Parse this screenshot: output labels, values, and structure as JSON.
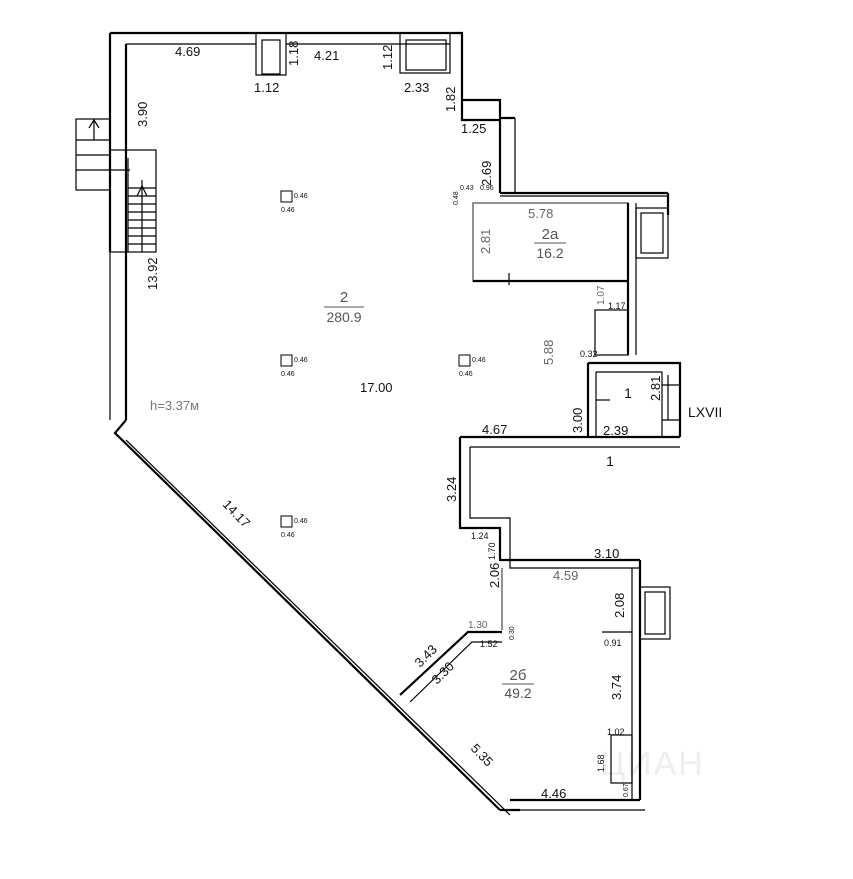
{
  "rooms": {
    "r2": {
      "number": "2",
      "area": "280.9"
    },
    "r2a": {
      "number": "2а",
      "area": "16.2"
    },
    "r2b": {
      "number": "2б",
      "area": "49.2"
    },
    "r1": {
      "number": "1"
    },
    "r1b": {
      "number": "1"
    }
  },
  "height_label": "h=3.37м",
  "section_label": "LXVII",
  "dims": {
    "d469": "4.69",
    "d421": "4.21",
    "d118": "1.18",
    "d112a": "1.12",
    "d112b": "1.12",
    "d233": "2.33",
    "d182": "1.82",
    "d125": "1.25",
    "d269": "2.69",
    "d390": "3.90",
    "d1392": "13.92",
    "d1700": "17.00",
    "d1417": "14.17",
    "d578": "5.78",
    "d281a": "2.81",
    "d588": "5.88",
    "d107": "1.07",
    "d117": "1.17",
    "d032": "0.32",
    "d281b": "2.81",
    "d300": "3.00",
    "d239": "2.39",
    "d467": "4.67",
    "d324": "3.24",
    "d124": "1.24",
    "d170": "1.70",
    "d310": "3.10",
    "d459": "4.59",
    "d206": "2.06",
    "d208": "2.08",
    "d091": "0.91",
    "d130": "1.30",
    "d030": "0.30",
    "d152": "1.52",
    "d343": "3.43",
    "d330": "3.30",
    "d374": "3.74",
    "d102": "1.02",
    "d168": "1.68",
    "d067": "0.67",
    "d535": "5.35",
    "d446": "4.46",
    "d048": "0.48",
    "d043": "0.43",
    "d096": "0.96"
  },
  "columns": {
    "c1": "0.46",
    "c1b": "0.46",
    "c2": "0.46",
    "c2b": "0.46",
    "c3": "0.46",
    "c3b": "0.46",
    "c4": "0.46",
    "c4b": "0.46"
  },
  "watermark": "ЦИАН"
}
